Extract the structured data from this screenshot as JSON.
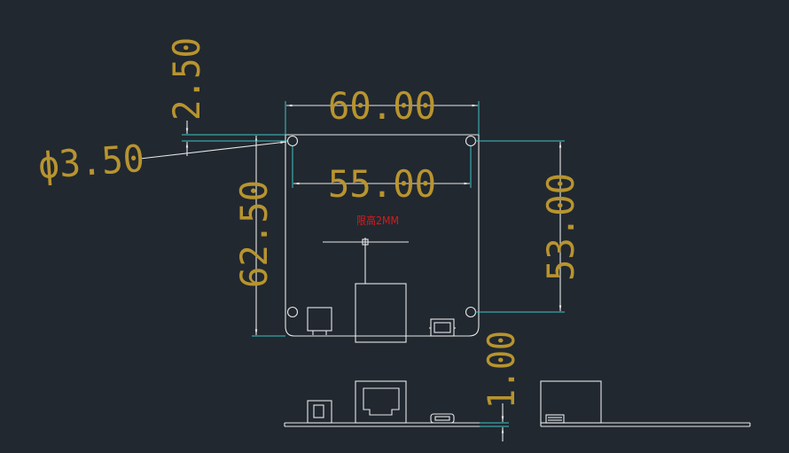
{
  "colors": {
    "background": "#212830",
    "dimension_text": "#b8942f",
    "outline": "#e8e8e8",
    "extension_line": "#3fc4c4",
    "note_text": "#e01818"
  },
  "dimensions": {
    "hole_offset": "2.50",
    "hole_diameter": "ϕ3.50",
    "overall_width": "60.00",
    "hole_spacing_x": "55.00",
    "overall_height": "62.50",
    "hole_spacing_y": "53.00",
    "board_thickness": "1.00"
  },
  "notes": {
    "height_limit": "限高2MM"
  }
}
